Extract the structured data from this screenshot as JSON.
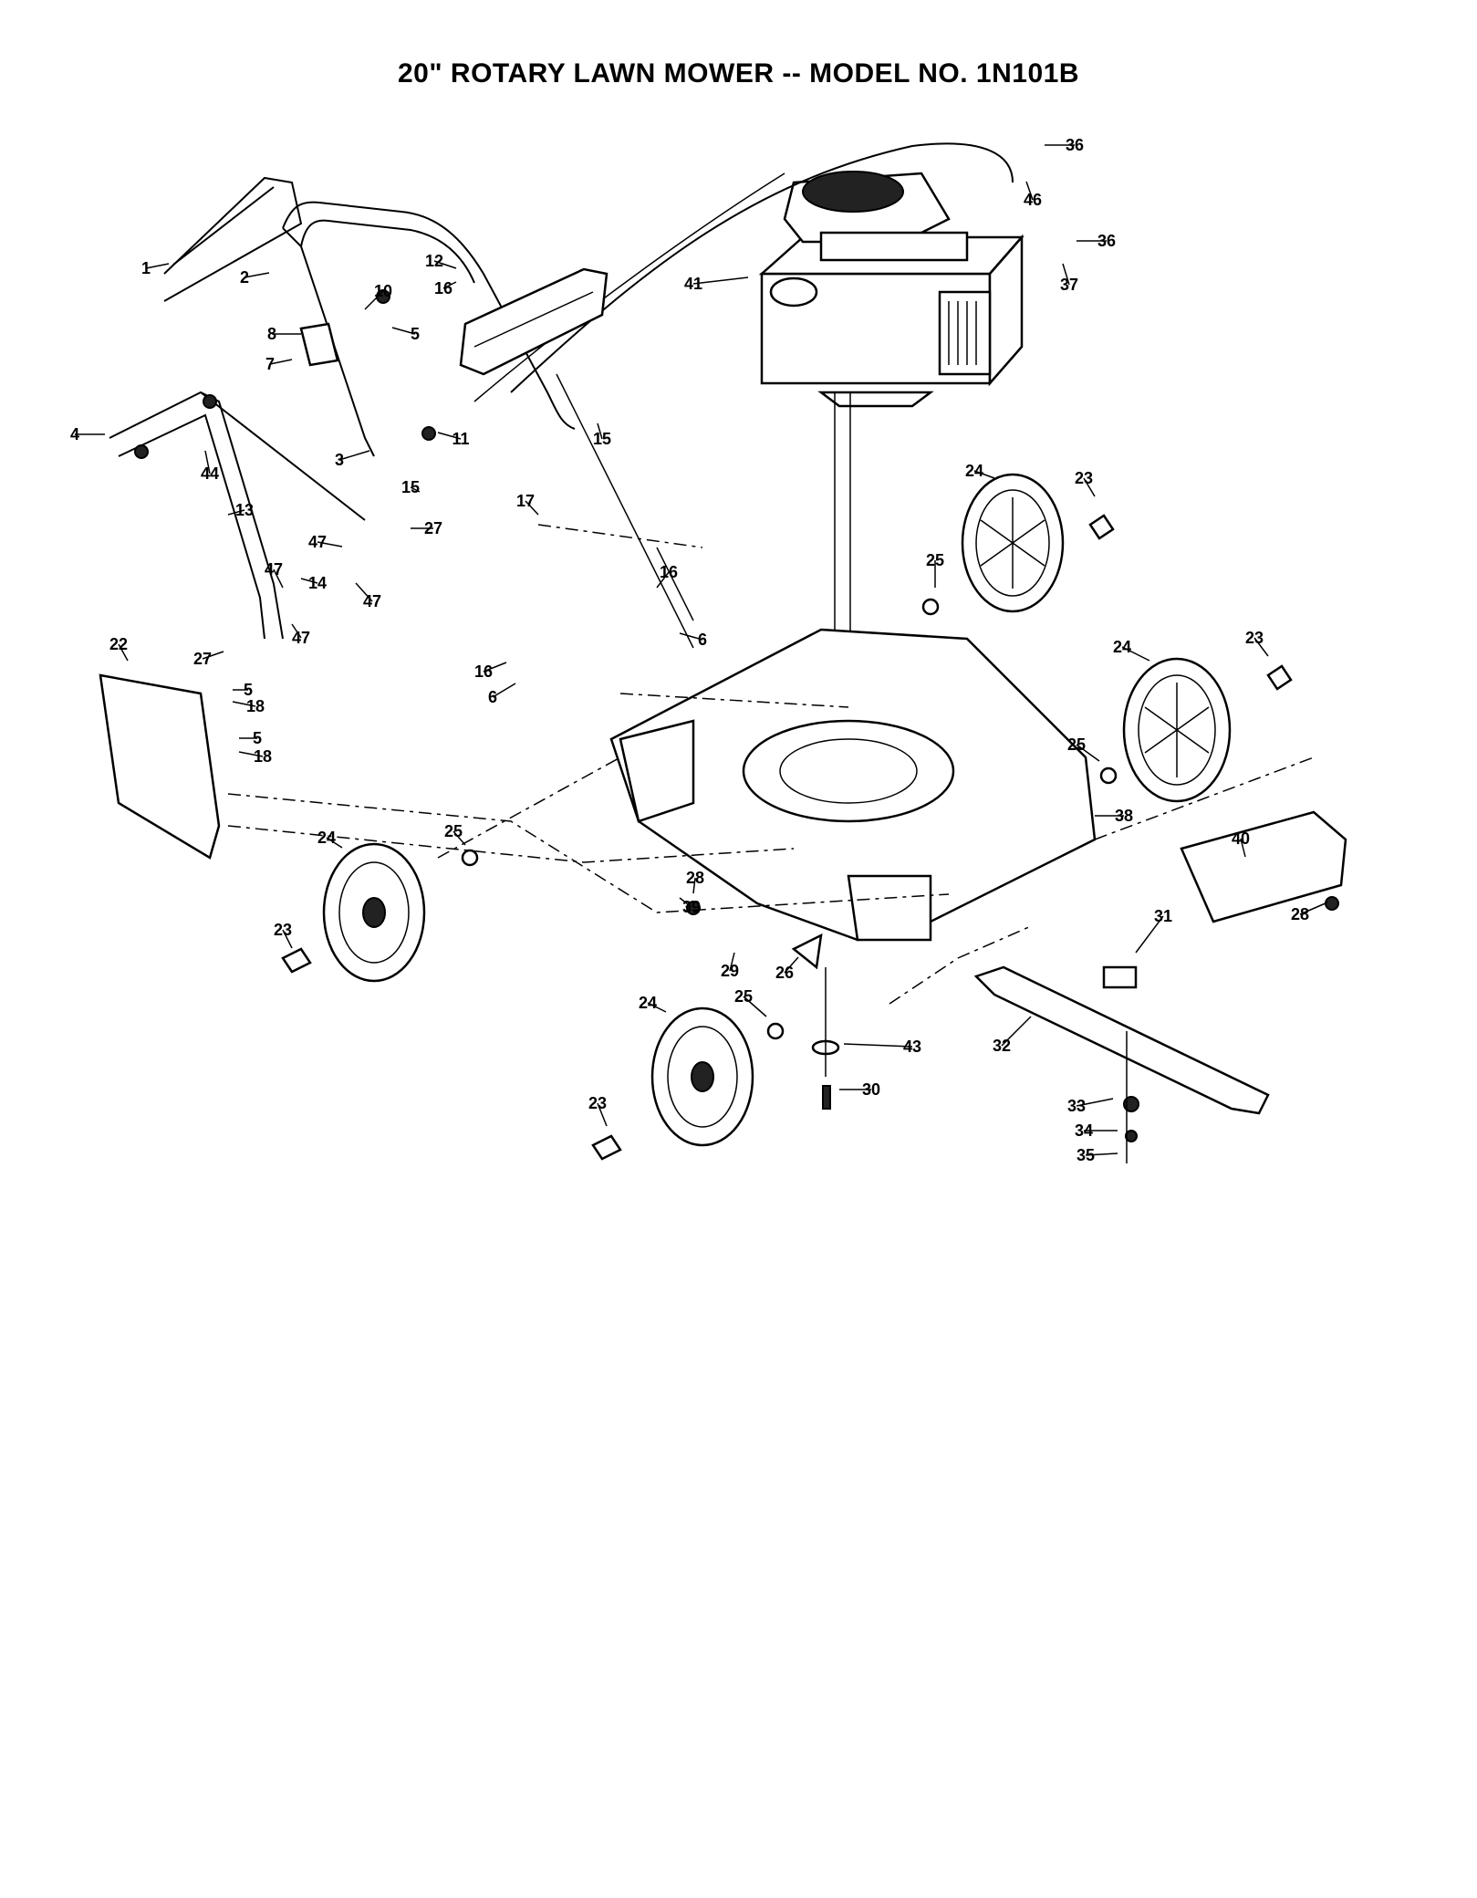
{
  "title": "20\" ROTARY LAWN MOWER -- MODEL NO. 1N101B",
  "callouts": [
    {
      "label": "1"
    },
    {
      "label": "2"
    },
    {
      "label": "3"
    },
    {
      "label": "4"
    },
    {
      "label": "5"
    },
    {
      "label": "5"
    },
    {
      "label": "5"
    },
    {
      "label": "6"
    },
    {
      "label": "6"
    },
    {
      "label": "7"
    },
    {
      "label": "8"
    },
    {
      "label": "10"
    },
    {
      "label": "11"
    },
    {
      "label": "12"
    },
    {
      "label": "13"
    },
    {
      "label": "14"
    },
    {
      "label": "15"
    },
    {
      "label": "15"
    },
    {
      "label": "16"
    },
    {
      "label": "16"
    },
    {
      "label": "16"
    },
    {
      "label": "17"
    },
    {
      "label": "18"
    },
    {
      "label": "18"
    },
    {
      "label": "22"
    },
    {
      "label": "23"
    },
    {
      "label": "23"
    },
    {
      "label": "23"
    },
    {
      "label": "23"
    },
    {
      "label": "24"
    },
    {
      "label": "24"
    },
    {
      "label": "24"
    },
    {
      "label": "24"
    },
    {
      "label": "25"
    },
    {
      "label": "25"
    },
    {
      "label": "25"
    },
    {
      "label": "25"
    },
    {
      "label": "26"
    },
    {
      "label": "27"
    },
    {
      "label": "27"
    },
    {
      "label": "28"
    },
    {
      "label": "28"
    },
    {
      "label": "29"
    },
    {
      "label": "30"
    },
    {
      "label": "31"
    },
    {
      "label": "32"
    },
    {
      "label": "33"
    },
    {
      "label": "34"
    },
    {
      "label": "35"
    },
    {
      "label": "36"
    },
    {
      "label": "36"
    },
    {
      "label": "37"
    },
    {
      "label": "38"
    },
    {
      "label": "39"
    },
    {
      "label": "40"
    },
    {
      "label": "41"
    },
    {
      "label": "43"
    },
    {
      "label": "44"
    },
    {
      "label": "46"
    },
    {
      "label": "47"
    },
    {
      "label": "47"
    },
    {
      "label": "47"
    },
    {
      "label": "47"
    }
  ]
}
